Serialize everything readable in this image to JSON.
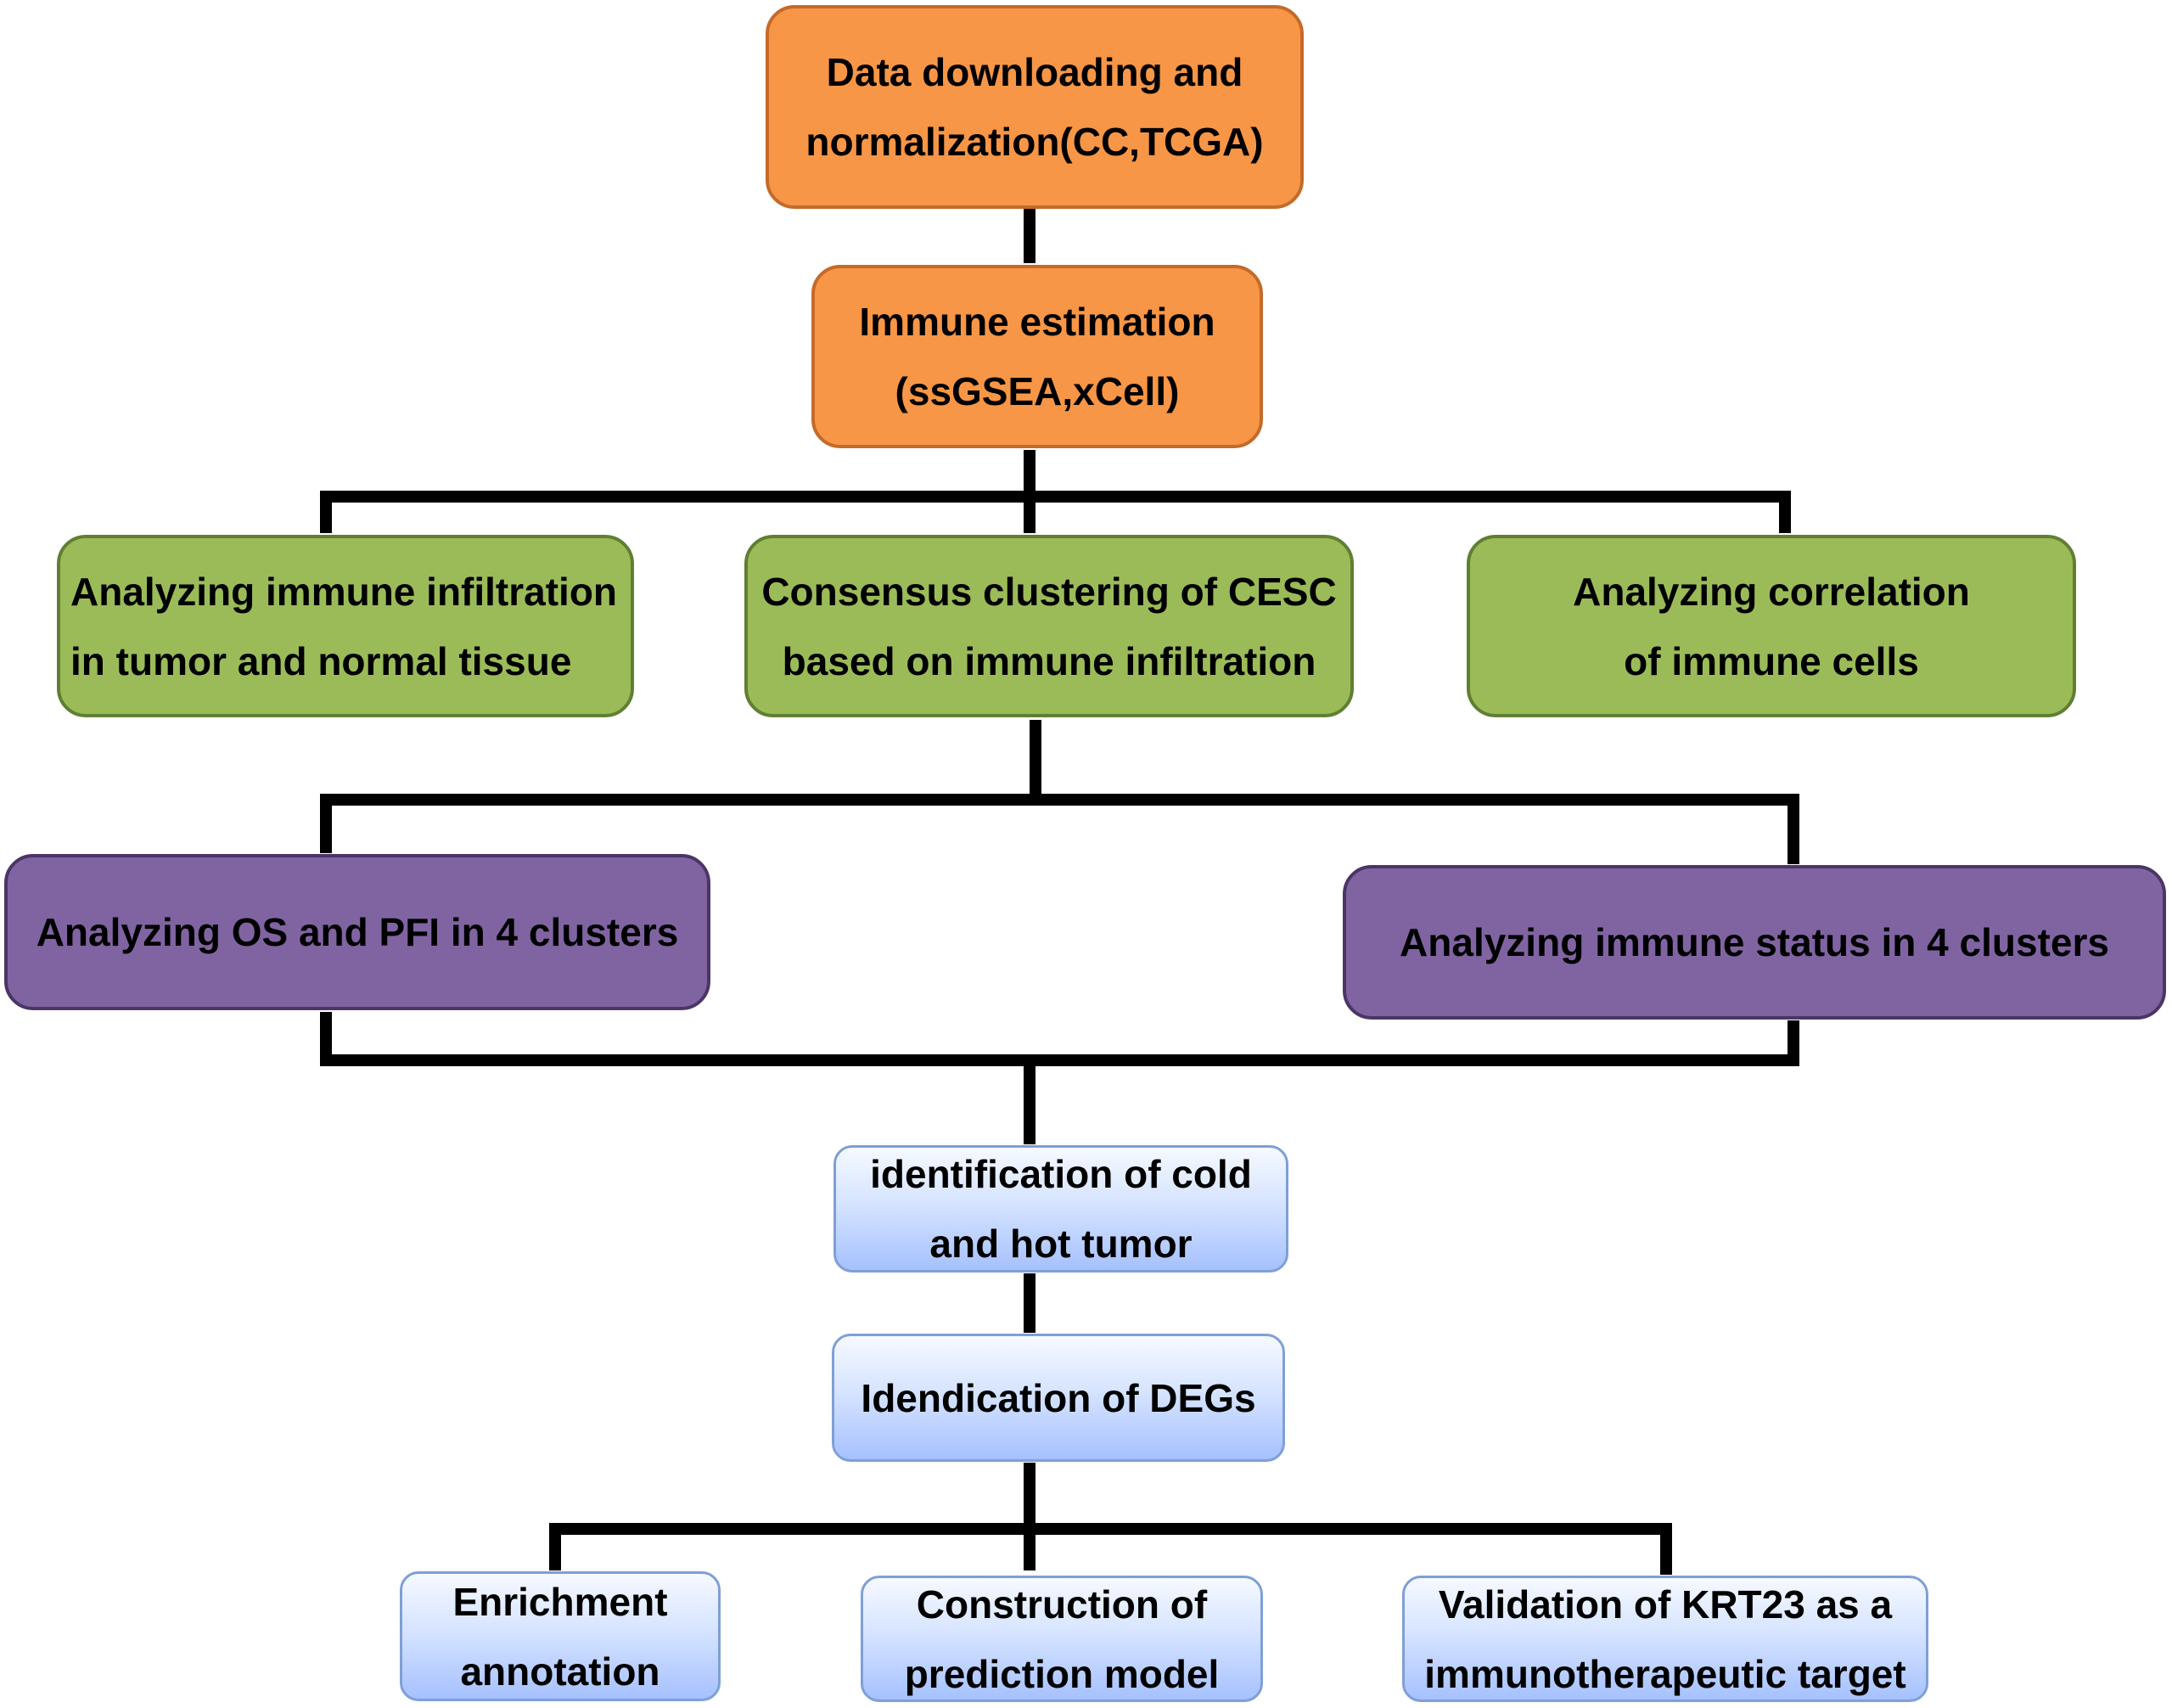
{
  "nodes": {
    "data_download": [
      "Data downloading and",
      "normalization(CC,TCGA)"
    ],
    "immune_estimation": [
      "Immune estimation",
      "(ssGSEA,xCell)"
    ],
    "infiltration": [
      "Analyzing immune infiltration",
      "in tumor and normal tissue"
    ],
    "consensus": [
      "Consensus clustering of CESC",
      "based on immune infiltration"
    ],
    "correlation": [
      "Analyzing correlation",
      "of immune cells"
    ],
    "os_pfi": [
      "Analyzing OS and PFI in 4 clusters"
    ],
    "immune_status": [
      "Analyzing immune status in 4 clusters"
    ],
    "cold_hot": [
      "identification of cold",
      "and hot tumor"
    ],
    "degs": [
      "Idendication of DEGs"
    ],
    "enrichment": [
      "Enrichment",
      "annotation"
    ],
    "prediction": [
      "Construction of",
      "prediction model"
    ],
    "krt23": [
      "Validation of  KRT23 as a",
      "immunotherapeutic target"
    ]
  },
  "colors": {
    "orange": "#f79646",
    "green": "#9bbb59",
    "purple": "#8064a2",
    "blue": "#c9dbff",
    "connector": "#000000"
  }
}
